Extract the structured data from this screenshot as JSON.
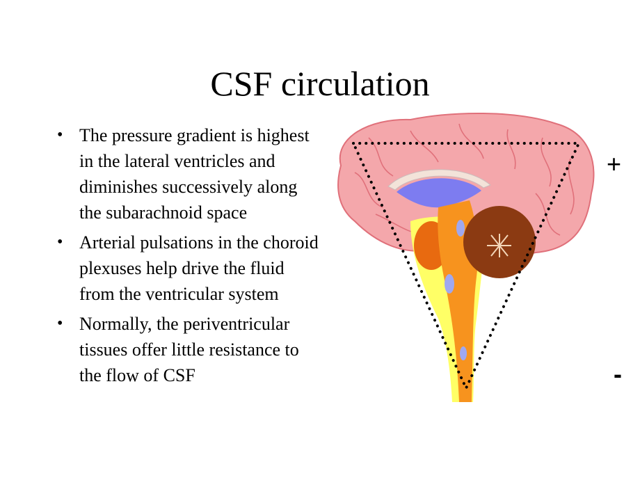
{
  "slide": {
    "title": "CSF circulation",
    "bullets": [
      "The pressure gradient is highest in the lateral ventricles and diminishes successively along the subarachnoid space",
      "Arterial pulsations in the choroid plexuses help drive the fluid from the ventricular system",
      "Normally, the periventricular tissues offer little resistance to the flow of CSF"
    ],
    "bullet_symbol": "•"
  },
  "figure": {
    "high_pressure_marker": "+",
    "low_pressure_marker": "-",
    "colors": {
      "cerebrum": "#f4a7ab",
      "cerebrum_outline": "#e0707a",
      "ventricle": "#7d7cf0",
      "brainstem": "#f7931e",
      "csf_space": "#ffff66",
      "cerebellum": "#8b3a12",
      "thalamus": "#e86a10"
    }
  }
}
